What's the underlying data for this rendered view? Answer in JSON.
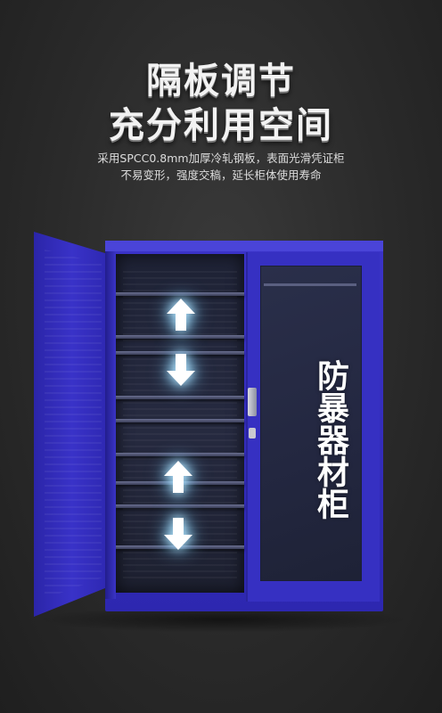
{
  "headline": {
    "line1": "隔板调节",
    "line2": "充分利用空间"
  },
  "subtitle": {
    "line1": "采用SPCC0.8mm加厚冷轧钢板，表面光滑凭证柜",
    "line2": "不易变形，强度交稿，延长柜体使用寿命"
  },
  "cabinet": {
    "label": "防暴器材柜",
    "body_color": "#3430c0",
    "arrows": [
      "arrow-up-icon",
      "arrow-down-icon",
      "arrow-up-icon",
      "arrow-down-icon"
    ]
  }
}
